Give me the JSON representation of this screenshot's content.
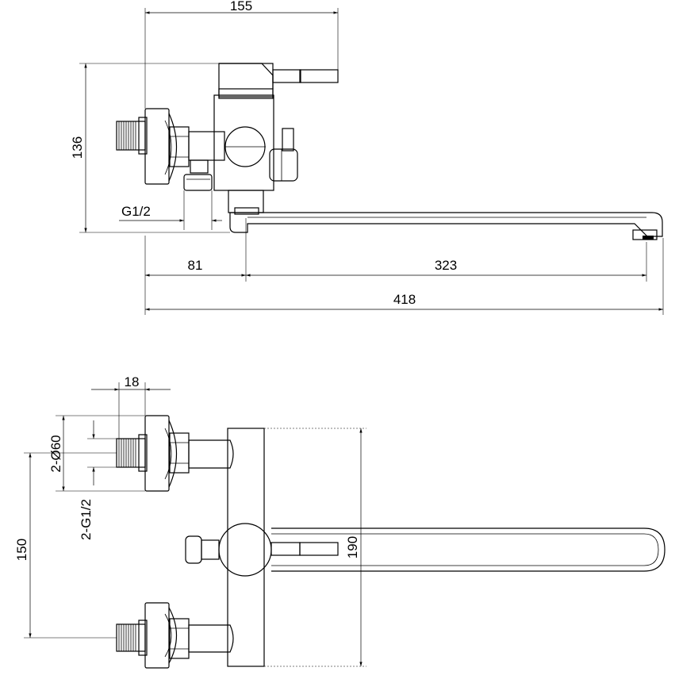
{
  "dimensions": {
    "top_width": "155",
    "height": "136",
    "inlet_thread": "G1/2",
    "wall_to_spout": "81",
    "spout_length": "323",
    "overall_length": "418",
    "nut_width": "18",
    "flange_diameter": "2-Ø60",
    "inlet_threads": "2-G1/2",
    "inlet_spacing": "150",
    "body_height": "190"
  }
}
